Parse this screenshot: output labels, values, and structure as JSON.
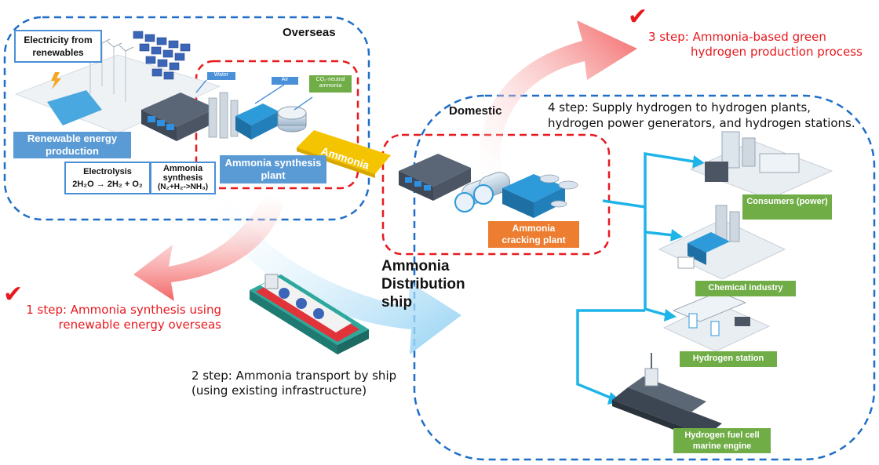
{
  "regions": {
    "overseas": "Overseas",
    "domestic": "Domestic"
  },
  "overseas": {
    "electricity_callout": "Electricity from renewables",
    "renewable_label": "Renewable energy production",
    "electrolysis_title": "Electrolysis",
    "electrolysis_formula": "2H₂O → 2H₂ + O₂",
    "synthesis_title": "Ammonia synthesis",
    "synthesis_formula": "(N₂+H₂->NH₃)",
    "plant_label": "Ammonia synthesis plant",
    "tag_water": "Water",
    "tag_air": "Air",
    "tag_co2": "CO₂-neutral ammonia"
  },
  "pipe_label": "Ammonia",
  "ship_label": "Ammonia Distribution ship",
  "cracking_label": "Ammonia cracking plant",
  "steps": {
    "step1": "1 step: Ammonia synthesis using renewable energy overseas",
    "step2_line1": "2 step: Ammonia transport by ship",
    "step2_line2": "(using existing infrastructure)",
    "step3_line1": "3 step: Ammonia-based green",
    "step3_line2": "hydrogen production process",
    "step4_line1": "4 step: Supply hydrogen to hydrogen plants,",
    "step4_line2": "hydrogen power generators, and hydrogen stations."
  },
  "destinations": [
    {
      "label": "Consumers (power)",
      "icon": "power-plant-icon"
    },
    {
      "label": "Chemical industry",
      "icon": "chemical-plant-icon"
    },
    {
      "label": "Hydrogen station",
      "icon": "hydrogen-station-icon"
    },
    {
      "label": "Hydrogen fuel cell marine engine",
      "icon": "marine-vessel-icon"
    }
  ],
  "colors": {
    "region_border": "#1e6ec8",
    "plant_border": "#e8191e",
    "step_red": "#e8191e",
    "label_blue": "#5b9bd5",
    "label_green": "#70ad47",
    "label_orange": "#ed7d31",
    "arrow_cyan": "#1fb4e8",
    "pipe_yellow": "#f5c400"
  }
}
